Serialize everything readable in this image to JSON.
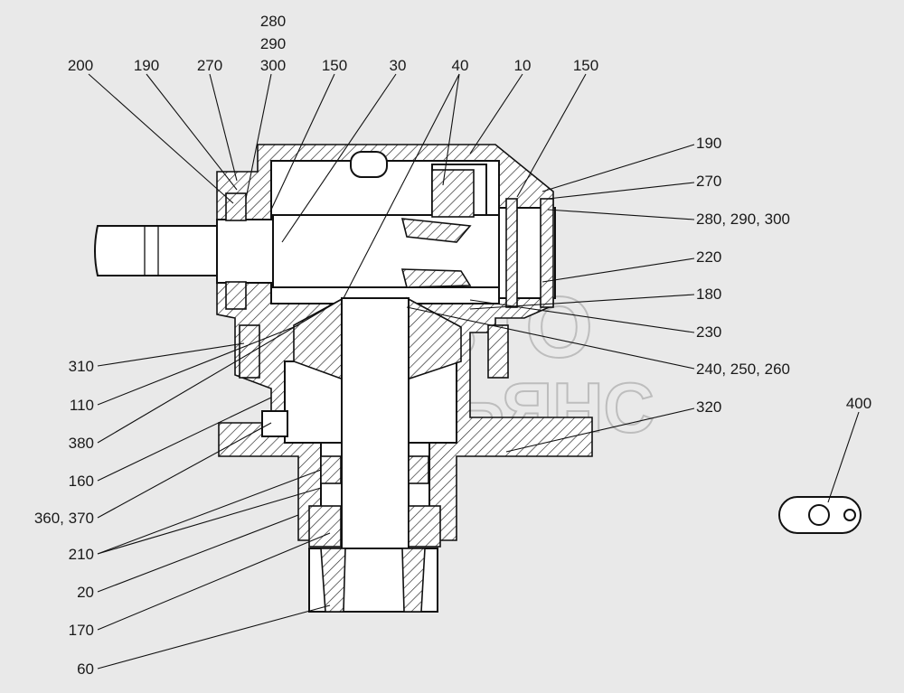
{
  "watermark": {
    "line1": "АВТО",
    "line2": "АЛЬЯНС"
  },
  "callouts": {
    "top": [
      "200",
      "190",
      "270",
      "280",
      "290",
      "300",
      "150",
      "30",
      "40",
      "10",
      "150"
    ],
    "right": [
      "190",
      "270",
      "280, 290, 300",
      "220",
      "180",
      "230",
      "240, 250, 260",
      "320"
    ],
    "left": [
      "310",
      "110",
      "380",
      "160",
      "360, 370",
      "210",
      "20",
      "170",
      "60"
    ],
    "separate": "400"
  }
}
